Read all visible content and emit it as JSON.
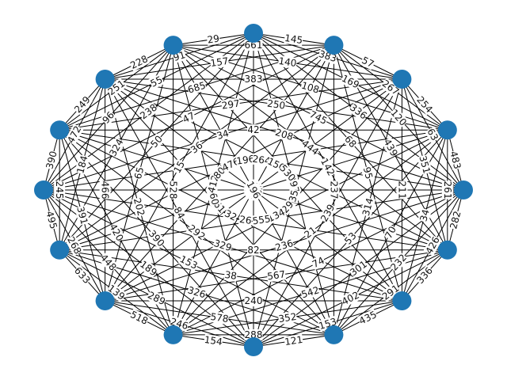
{
  "graph": {
    "node_color": "#1f77b4",
    "edge_color": "#000000",
    "node_count": 16,
    "edge_labels": [
      "145",
      "57",
      "254",
      "483",
      "282",
      "336",
      "435",
      "121",
      "154",
      "518",
      "633",
      "495",
      "390",
      "249",
      "228",
      "29",
      "383",
      "267",
      "63",
      "261",
      "426",
      "291",
      "153",
      "288",
      "246",
      "139",
      "268",
      "245",
      "472",
      "251",
      "91",
      "661",
      "169",
      "120",
      "351",
      "34",
      "232",
      "402",
      "352",
      "578",
      "289",
      "448",
      "391",
      "184",
      "96",
      "55",
      "157",
      "140",
      "336",
      "439",
      "211",
      "70",
      "301",
      "542",
      "240",
      "326",
      "189",
      "420",
      "466",
      "324",
      "238",
      "685",
      "383",
      "108",
      "68",
      "95",
      "314",
      "53",
      "74",
      "567",
      "38",
      "153",
      "390",
      "202",
      "65",
      "50",
      "47",
      "297",
      "250",
      "745",
      "142",
      "237",
      "239",
      "21",
      "236",
      "82",
      "329",
      "292",
      "84",
      "528",
      "15",
      "36",
      "34",
      "42",
      "208",
      "444",
      "297",
      "35",
      "29",
      "134",
      "555",
      "26",
      "32",
      "61",
      "360",
      "412",
      "80",
      "476",
      "196",
      "264",
      "150",
      "530",
      "372",
      "338",
      "572",
      "154",
      "175",
      "227",
      "488",
      "196",
      "105",
      "309",
      "112",
      "77"
    ]
  }
}
